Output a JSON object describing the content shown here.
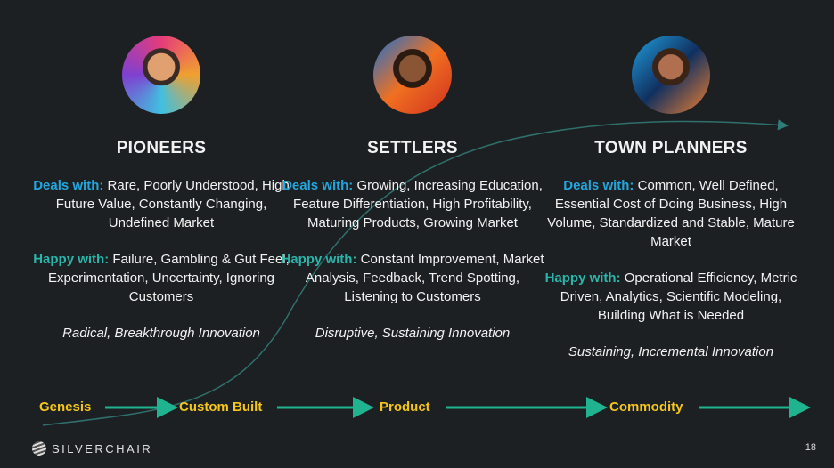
{
  "columns": [
    {
      "title": "PIONEERS",
      "deals_label": "Deals with:",
      "deals": "Rare, Poorly Understood, High Future Value, Constantly Changing, Undefined Market",
      "happy_label": "Happy with:",
      "happy": "Failure, Gambling & Gut Feel, Experimentation, Uncertainty, Ignoring Customers",
      "innovation": "Radical, Breakthrough Innovation"
    },
    {
      "title": "SETTLERS",
      "deals_label": "Deals with:",
      "deals": "Growing, Increasing Education, Feature Differentiation, High Profitability, Maturing Products, Growing Market",
      "happy_label": "Happy with:",
      "happy": "Constant Improvement, Market Analysis, Feedback, Trend Spotting, Listening to Customers",
      "innovation": "Disruptive, Sustaining Innovation"
    },
    {
      "title": "TOWN PLANNERS",
      "deals_label": "Deals with:",
      "deals": "Common, Well Defined, Essential Cost of Doing Business, High Volume, Standardized and Stable, Mature Market",
      "happy_label": "Happy with:",
      "happy": "Operational Efficiency, Metric Driven, Analytics, Scientific Modeling, Building What is Needed",
      "innovation": "Sustaining, Incremental Innovation"
    }
  ],
  "stages": [
    "Genesis",
    "Custom Built",
    "Product",
    "Commodity"
  ],
  "logo": "SILVERCHAIR",
  "page_number": "18",
  "colors": {
    "background": "#1d2023",
    "deals": "#23a6dc",
    "happy": "#2ab5aa",
    "stage": "#f4c51a",
    "arrow": "#1fb48f"
  }
}
